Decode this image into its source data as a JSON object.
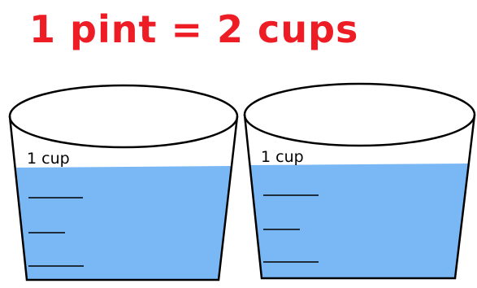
{
  "title": "1 pint = 2 cups",
  "colors": {
    "title": "#ee1c25",
    "water": "#79b8f5",
    "outline": "#000000",
    "background": "#ffffff"
  },
  "cups": [
    {
      "label": "1 cup"
    },
    {
      "label": "1 cup"
    }
  ]
}
